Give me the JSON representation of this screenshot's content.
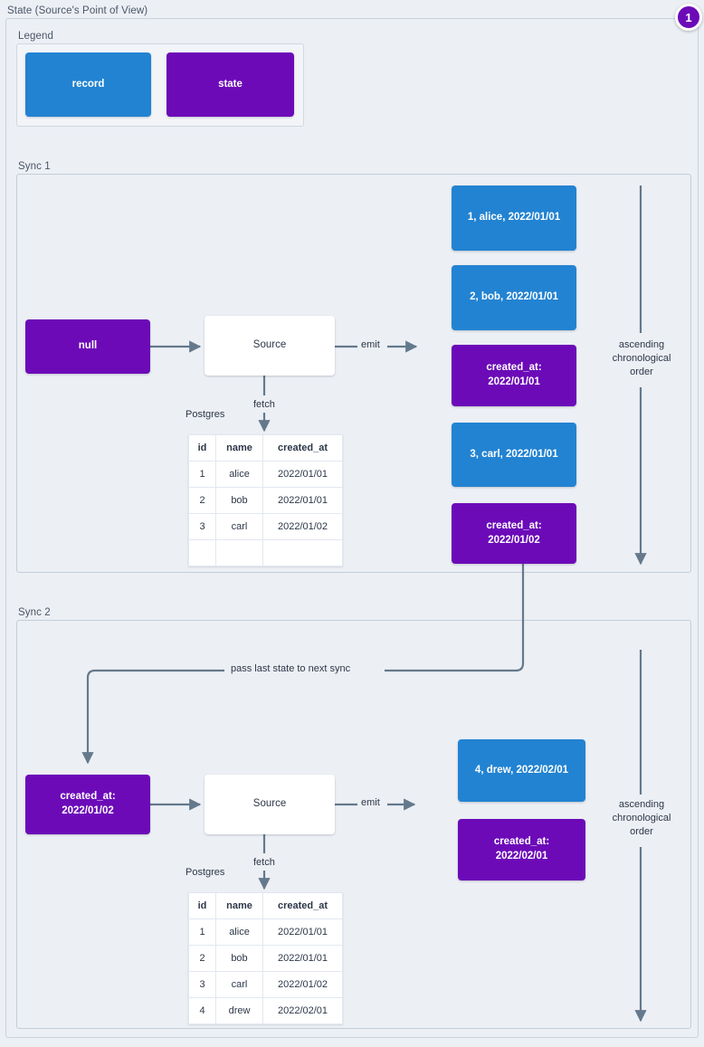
{
  "diagram": {
    "title": "State (Source's Point of View)",
    "badge": "1"
  },
  "legend": {
    "label": "Legend",
    "items": [
      {
        "label": "record",
        "color": "#2283d2"
      },
      {
        "label": "state",
        "color": "#6c0ab8"
      }
    ]
  },
  "sync1": {
    "label": "Sync 1",
    "state_in": "null",
    "source": "Source",
    "fetch_label": "fetch",
    "emit_label": "emit",
    "db_label": "Postgres",
    "order_label": "ascending\nchronological\norder",
    "order_label_lines": [
      "ascending",
      "chronological",
      "order"
    ],
    "table": {
      "headers": [
        "id",
        "name",
        "created_at"
      ],
      "rows": [
        [
          "1",
          "alice",
          "2022/01/01"
        ],
        [
          "2",
          "bob",
          "2022/01/01"
        ],
        [
          "3",
          "carl",
          "2022/01/02"
        ],
        [
          "",
          "",
          ""
        ]
      ]
    },
    "emitted": [
      {
        "kind": "record",
        "text": "1, alice, 2022/01/01"
      },
      {
        "kind": "record",
        "text": "2, bob, 2022/01/01"
      },
      {
        "kind": "state",
        "line1": "created_at:",
        "line2": "2022/01/01"
      },
      {
        "kind": "record",
        "text": "3, carl, 2022/01/01"
      },
      {
        "kind": "state",
        "line1": "created_at:",
        "line2": "2022/01/02"
      }
    ]
  },
  "sync2": {
    "label": "Sync 2",
    "state_in_line1": "created_at:",
    "state_in_line2": "2022/01/02",
    "source": "Source",
    "fetch_label": "fetch",
    "emit_label": "emit",
    "db_label": "Postgres",
    "pass_label": "pass last state to next sync",
    "order_label_lines": [
      "ascending",
      "chronological",
      "order"
    ],
    "table": {
      "headers": [
        "id",
        "name",
        "created_at"
      ],
      "rows": [
        [
          "1",
          "alice",
          "2022/01/01"
        ],
        [
          "2",
          "bob",
          "2022/01/01"
        ],
        [
          "3",
          "carl",
          "2022/01/02"
        ],
        [
          "4",
          "drew",
          "2022/02/01"
        ]
      ]
    },
    "emitted": [
      {
        "kind": "record",
        "text": "4, drew, 2022/02/01"
      },
      {
        "kind": "state",
        "line1": "created_at:",
        "line2": "2022/02/01"
      }
    ]
  },
  "colors": {
    "record": "#2283d2",
    "state": "#6c0ab8",
    "edge": "#64798c",
    "background": "#eceff4"
  }
}
